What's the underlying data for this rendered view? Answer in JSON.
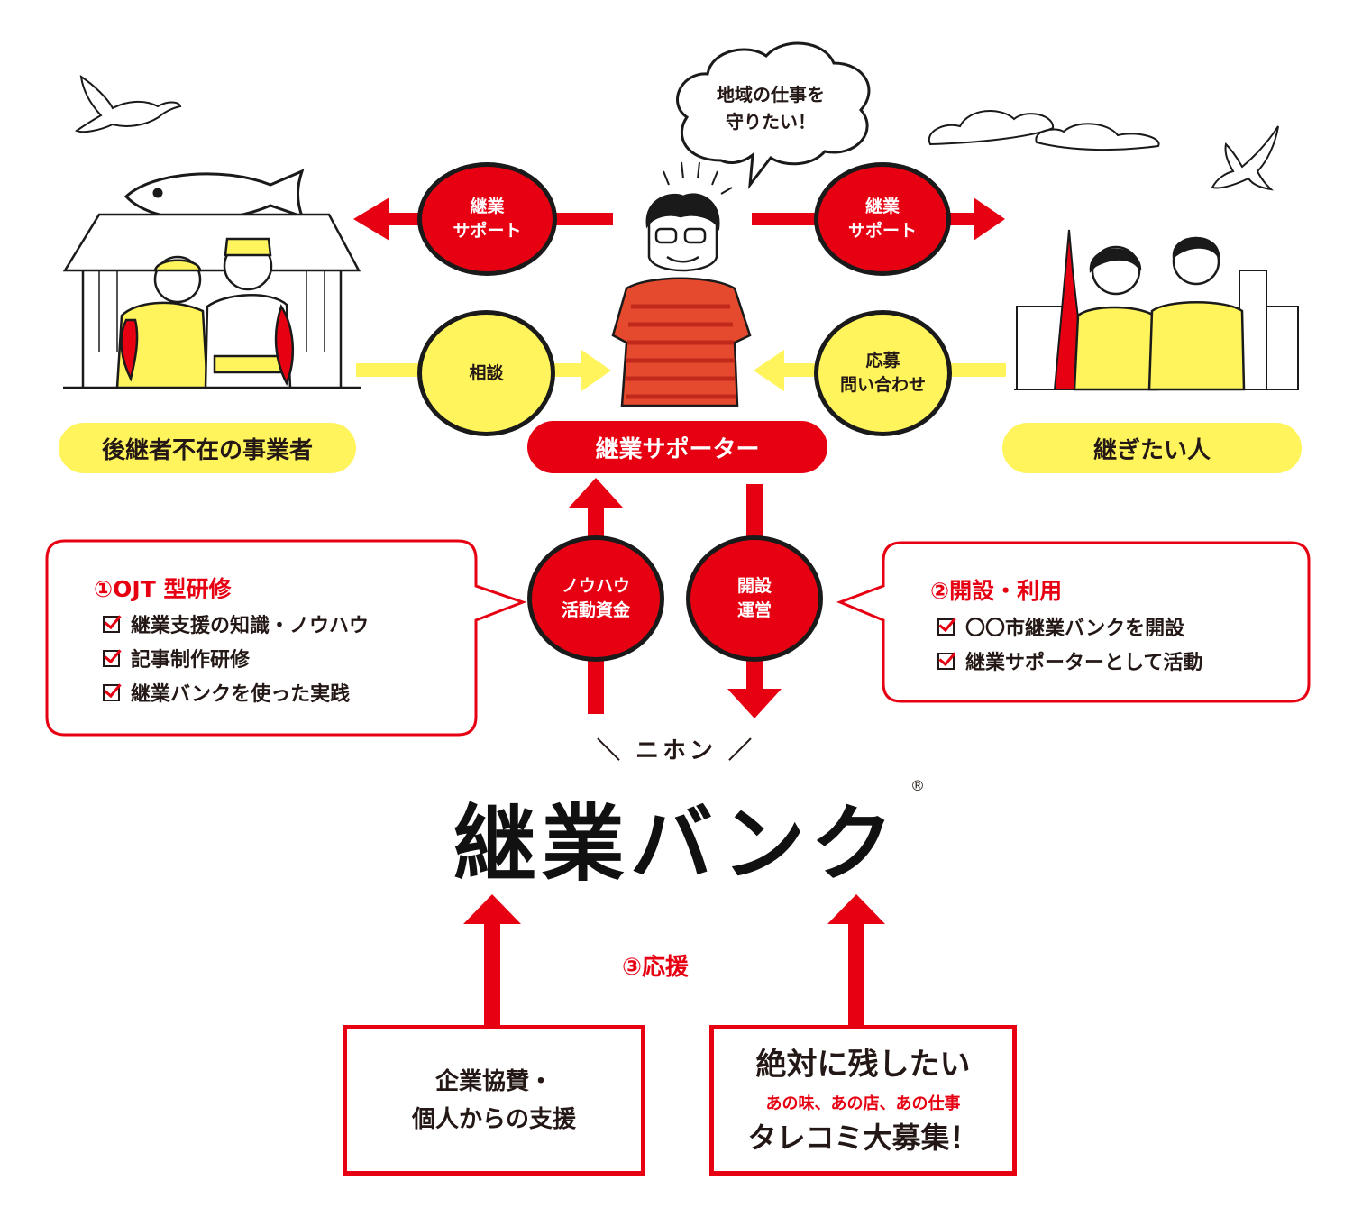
{
  "colors": {
    "red": "#e60012",
    "yellow": "#fff45c",
    "ink": "#231815"
  },
  "speech_bubble": {
    "line1": "地域の仕事を",
    "line2": "守りたい！"
  },
  "circles": {
    "support_left": {
      "line1": "継業",
      "line2": "サポート"
    },
    "support_right": {
      "line1": "継業",
      "line2": "サポート"
    },
    "consult": {
      "label": "相談"
    },
    "apply": {
      "line1": "応募",
      "line2": "問い合わせ"
    },
    "knowhow": {
      "line1": "ノウハウ",
      "line2": "活動資金"
    },
    "open": {
      "line1": "開設",
      "line2": "運営"
    }
  },
  "labels": {
    "owners": "後継者不在の事業者",
    "supporter": "継業サポーター",
    "successors": "継ぎたい人"
  },
  "training": {
    "title": "①OJT 型研修",
    "items": [
      "継業支援の知識・ノウハウ",
      "記事制作研修",
      "継業バンクを使った実践"
    ]
  },
  "usage": {
    "title": "②開設・利用",
    "items": [
      "〇〇市継業バンクを開設",
      "継業サポーターとして活動"
    ]
  },
  "logo": {
    "tagline": "＼ ニホン ／",
    "name": "継業バンク",
    "registered": "®"
  },
  "support_label": "③応援",
  "sponsor_box": {
    "line1": "企業協賛・",
    "line2": "個人からの支援"
  },
  "tarekomi_box": {
    "line1": "絶対に残したい",
    "line2": "あの味、あの店、あの仕事",
    "line3": "タレコミ大募集！"
  },
  "icons": [
    "bird-icon",
    "fish-icon",
    "cloud-icon",
    "bird-icon",
    "tower-icon",
    "check-icon"
  ]
}
